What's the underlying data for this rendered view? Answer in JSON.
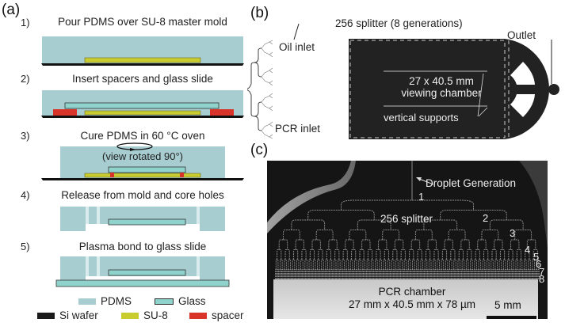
{
  "panel_a": {
    "label": "(a)",
    "steps": [
      {
        "num": "1)",
        "text": "Pour PDMS over SU-8 master mold"
      },
      {
        "num": "2)",
        "text": "Insert spacers and glass slide"
      },
      {
        "num": "3)",
        "text": "Cure PDMS in 60 °C oven",
        "note": "(view rotated 90°)"
      },
      {
        "num": "4)",
        "text": "Release from mold and core holes"
      },
      {
        "num": "5)",
        "text": "Plasma bond to glass slide"
      }
    ],
    "legend": [
      {
        "label": "PDMS",
        "color": "#a8cdd0"
      },
      {
        "label": "Glass",
        "color": "#8fd3cc"
      },
      {
        "label": "Si wafer",
        "color": "#1a1a1a"
      },
      {
        "label": "SU-8",
        "color": "#c9cc2e"
      },
      {
        "label": "spacer",
        "color": "#d8342a"
      }
    ],
    "colors": {
      "pdms": "#a8cdd0",
      "glass": "#8fd3cc",
      "wafer": "#111111",
      "su8": "#c9cc2e",
      "spacer": "#d8342a"
    }
  },
  "panel_b": {
    "label": "(b)",
    "splitter": "256 splitter (8 generations)",
    "oil_inlet": "Oil inlet",
    "pcr_inlet": "PCR inlet",
    "outlet": "Outlet",
    "chamber_line1": "27 x 40.5 mm",
    "chamber_line2": "viewing chamber",
    "supports": "vertical supports"
  },
  "panel_c": {
    "label": "(c)",
    "droplet": "Droplet Generation",
    "splitter": "256 splitter",
    "generations": [
      "1",
      "2",
      "3",
      "4",
      "5",
      "6",
      "7",
      "8"
    ],
    "chamber_line1": "PCR chamber",
    "chamber_line2": "27 mm x 40.5 mm x 78 µm",
    "scale": "5 mm"
  }
}
